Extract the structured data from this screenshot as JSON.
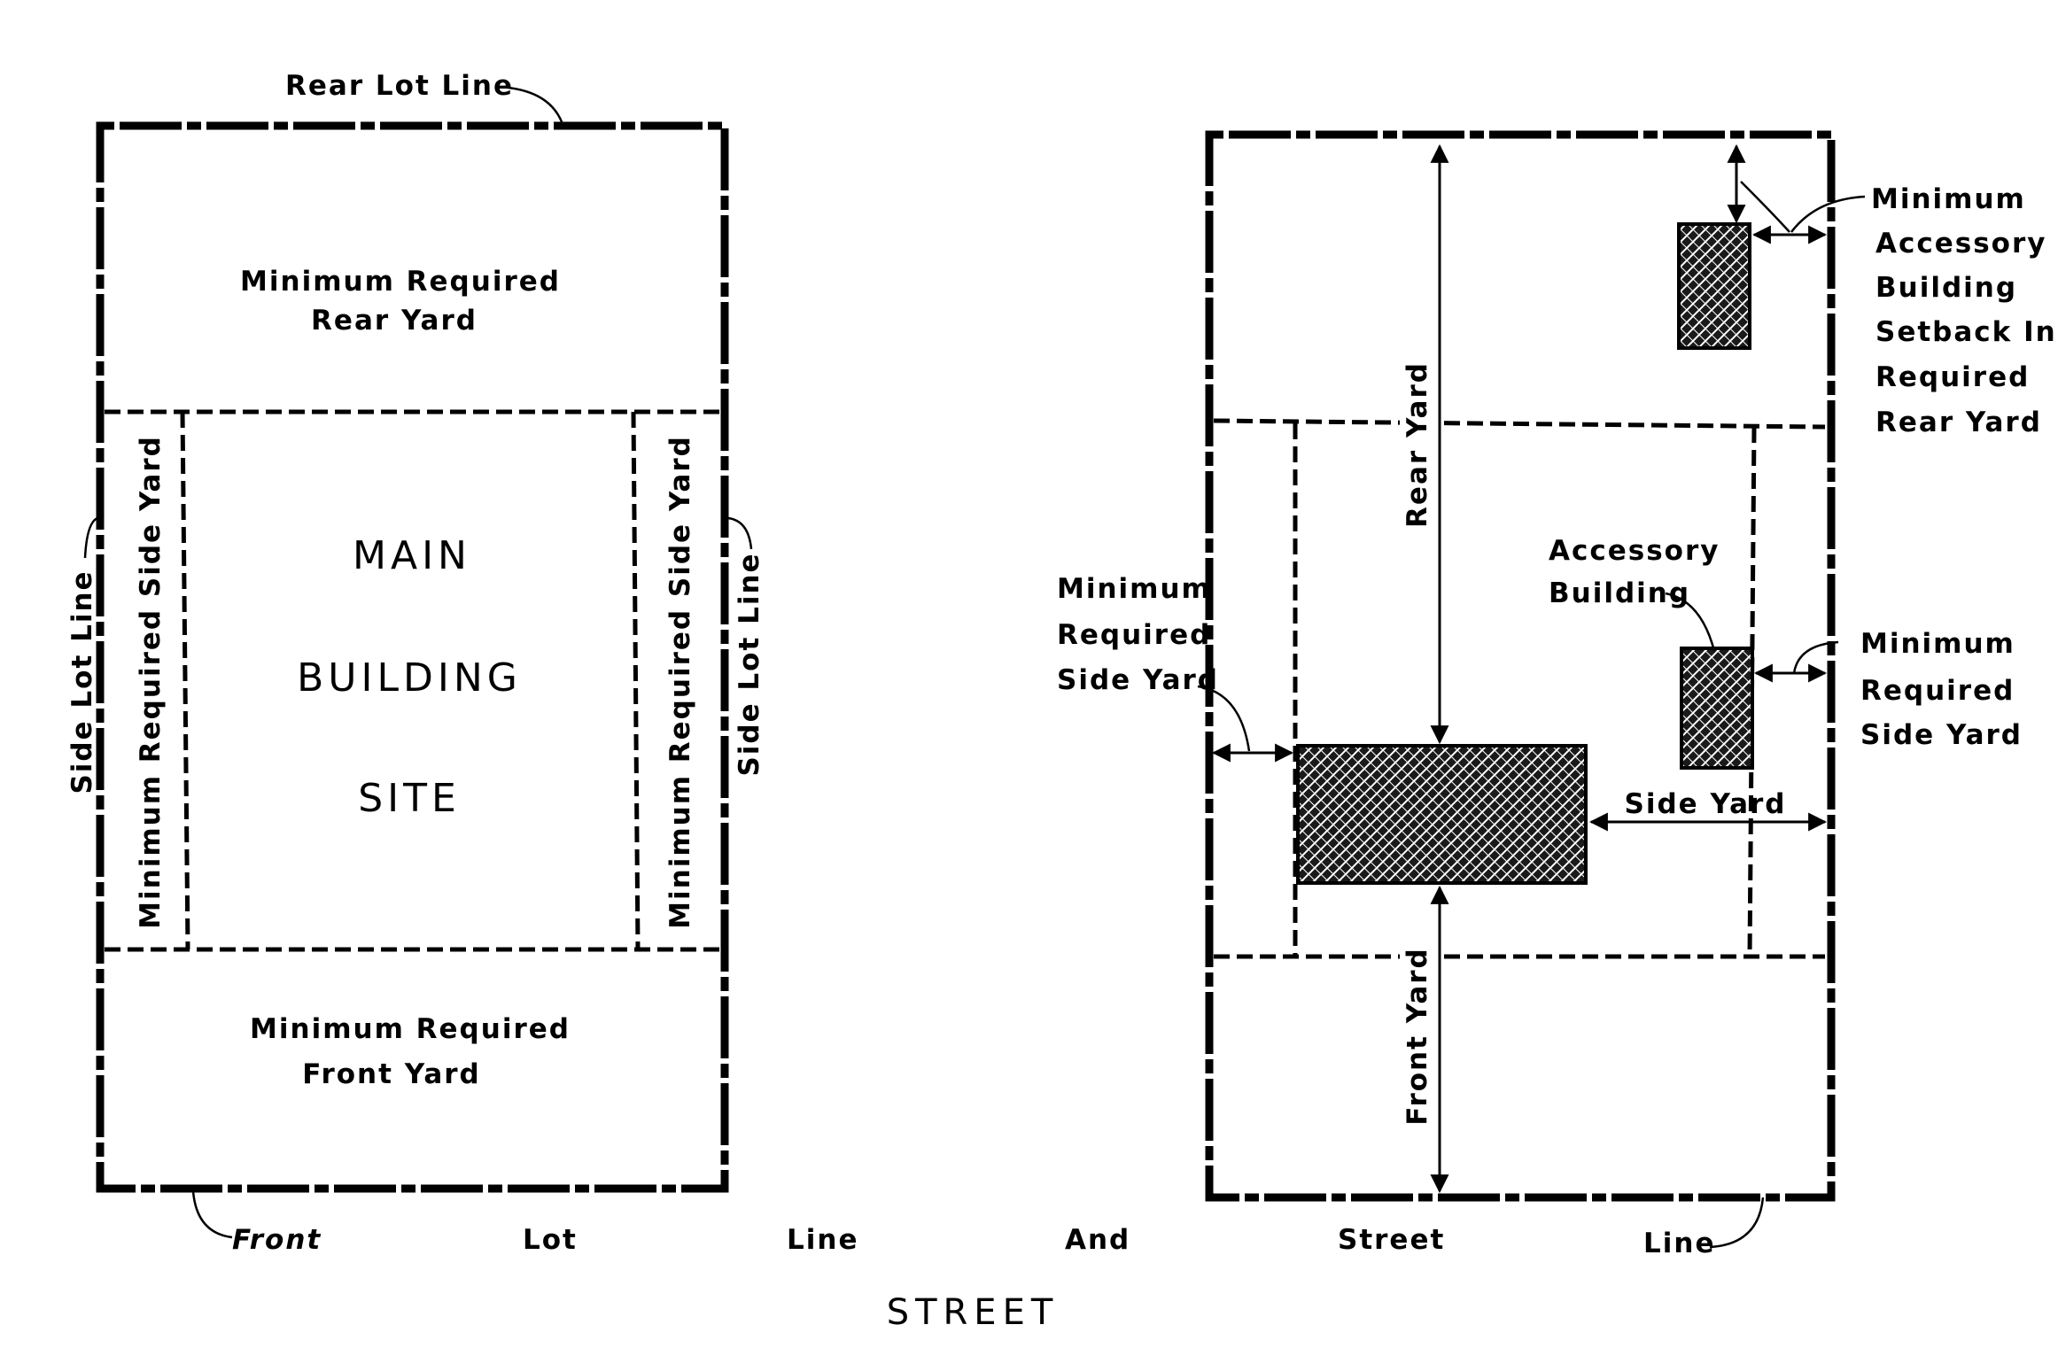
{
  "left_diagram": {
    "rear_lot_line": "Rear Lot Line",
    "rear_yard": [
      "Minimum Required",
      "Rear Yard"
    ],
    "side_lot_line_left": "Side Lot Line",
    "side_lot_line_right": "Side Lot Line",
    "side_yard_left": "Minimum Required Side Yard",
    "side_yard_right": "Minimum Required Side Yard",
    "building_site": [
      "MAIN",
      "BUILDING",
      "SITE"
    ],
    "front_yard": [
      "Minimum Required",
      "Front Yard"
    ]
  },
  "right_diagram": {
    "accessory_setback": [
      "Minimum",
      "Accessory",
      "Building",
      "Setback In",
      "Required",
      "Rear Yard"
    ],
    "rear_yard": "Rear Yard",
    "accessory_building": [
      "Accessory",
      "Building"
    ],
    "min_side_yard_right": [
      "Minimum",
      "Required",
      "Side Yard"
    ],
    "min_side_yard_left": [
      "Minimum",
      "Required",
      "Side Yard"
    ],
    "side_yard": "Side Yard",
    "front_yard": "Front Yard"
  },
  "front_lot_line_words": [
    "Front",
    "Lot",
    "Line",
    "And",
    "Street",
    "Line"
  ],
  "street": "STREET"
}
